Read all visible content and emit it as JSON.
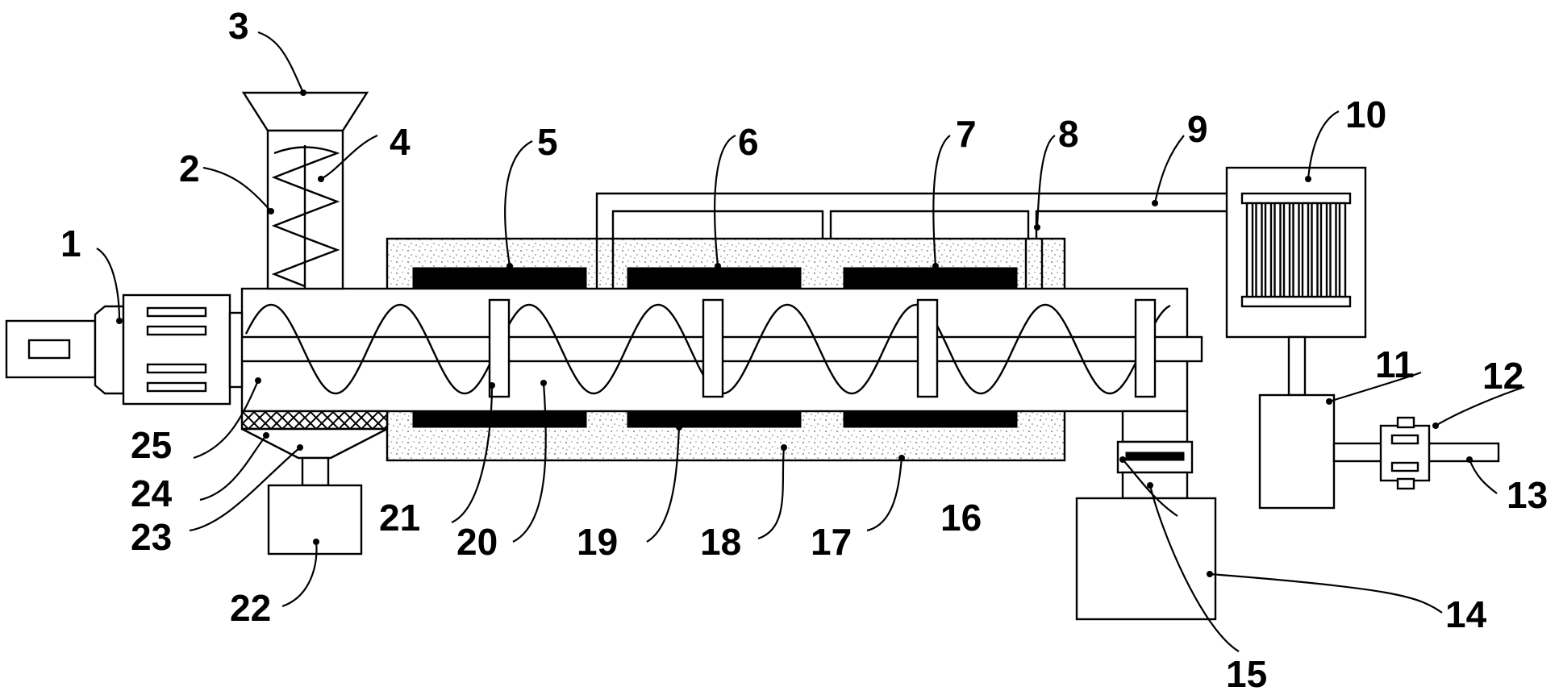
{
  "labels": {
    "l1": "1",
    "l2": "2",
    "l3": "3",
    "l4": "4",
    "l5": "5",
    "l6": "6",
    "l7": "7",
    "l8": "8",
    "l9": "9",
    "l10": "10",
    "l11": "11",
    "l12": "12",
    "l13": "13",
    "l14": "14",
    "l15": "15",
    "l16": "16",
    "l17": "17",
    "l18": "18",
    "l19": "19",
    "l20": "20",
    "l21": "21",
    "l22": "22",
    "l23": "23",
    "l24": "24",
    "l25": "25"
  }
}
